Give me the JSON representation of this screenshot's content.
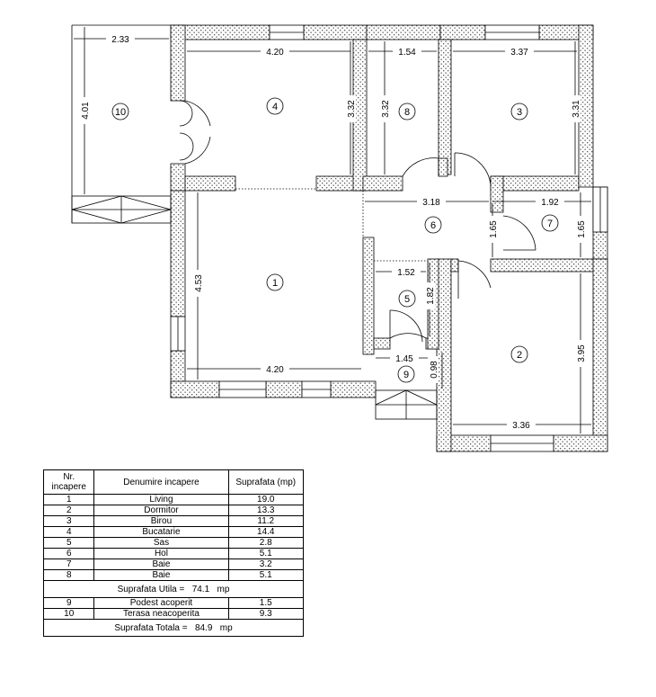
{
  "plan": {
    "dimensions": {
      "terrace_width": "2.33",
      "terrace_depth": "4.01",
      "kitchen_width": "4.20",
      "kitchen_depth": "3.32",
      "bath8_width": "1.54",
      "bath8_depth": "3.32",
      "office_width": "3.37",
      "office_depth": "3.31",
      "hall_width": "3.18",
      "hall_depth": "1.65",
      "bath7_width": "1.92",
      "bath7_depth": "1.65",
      "living_depth": "4.53",
      "living_width": "4.20",
      "sas_width": "1.52",
      "sas_depth": "1.82",
      "porch_width": "1.45",
      "porch_depth": "0.98",
      "bedroom_width": "3.36",
      "bedroom_depth": "3.95"
    },
    "room_numbers": [
      "1",
      "2",
      "3",
      "4",
      "5",
      "6",
      "7",
      "8",
      "9",
      "10"
    ]
  },
  "table": {
    "headers": {
      "nr": "Nr. incapere",
      "name": "Denumire incapere",
      "area": "Suprafata (mp)"
    },
    "rows": [
      {
        "nr": "1",
        "name": "Living",
        "area": "19.0"
      },
      {
        "nr": "2",
        "name": "Dormitor",
        "area": "13.3"
      },
      {
        "nr": "3",
        "name": "Birou",
        "area": "11.2"
      },
      {
        "nr": "4",
        "name": "Bucatarie",
        "area": "14.4"
      },
      {
        "nr": "5",
        "name": "Sas",
        "area": "2.8"
      },
      {
        "nr": "6",
        "name": "Hol",
        "area": "5.1"
      },
      {
        "nr": "7",
        "name": "Baie",
        "area": "3.2"
      },
      {
        "nr": "8",
        "name": "Baie",
        "area": "5.1"
      }
    ],
    "useful": {
      "label": "Suprafata Utila =",
      "value": "74.1",
      "unit": "mp"
    },
    "rows2": [
      {
        "nr": "9",
        "name": "Podest acoperit",
        "area": "1.5"
      },
      {
        "nr": "10",
        "name": "Terasa neacoperita",
        "area": "9.3"
      }
    ],
    "total": {
      "label": "Suprafata Totala =",
      "value": "84.9",
      "unit": "mp"
    }
  }
}
